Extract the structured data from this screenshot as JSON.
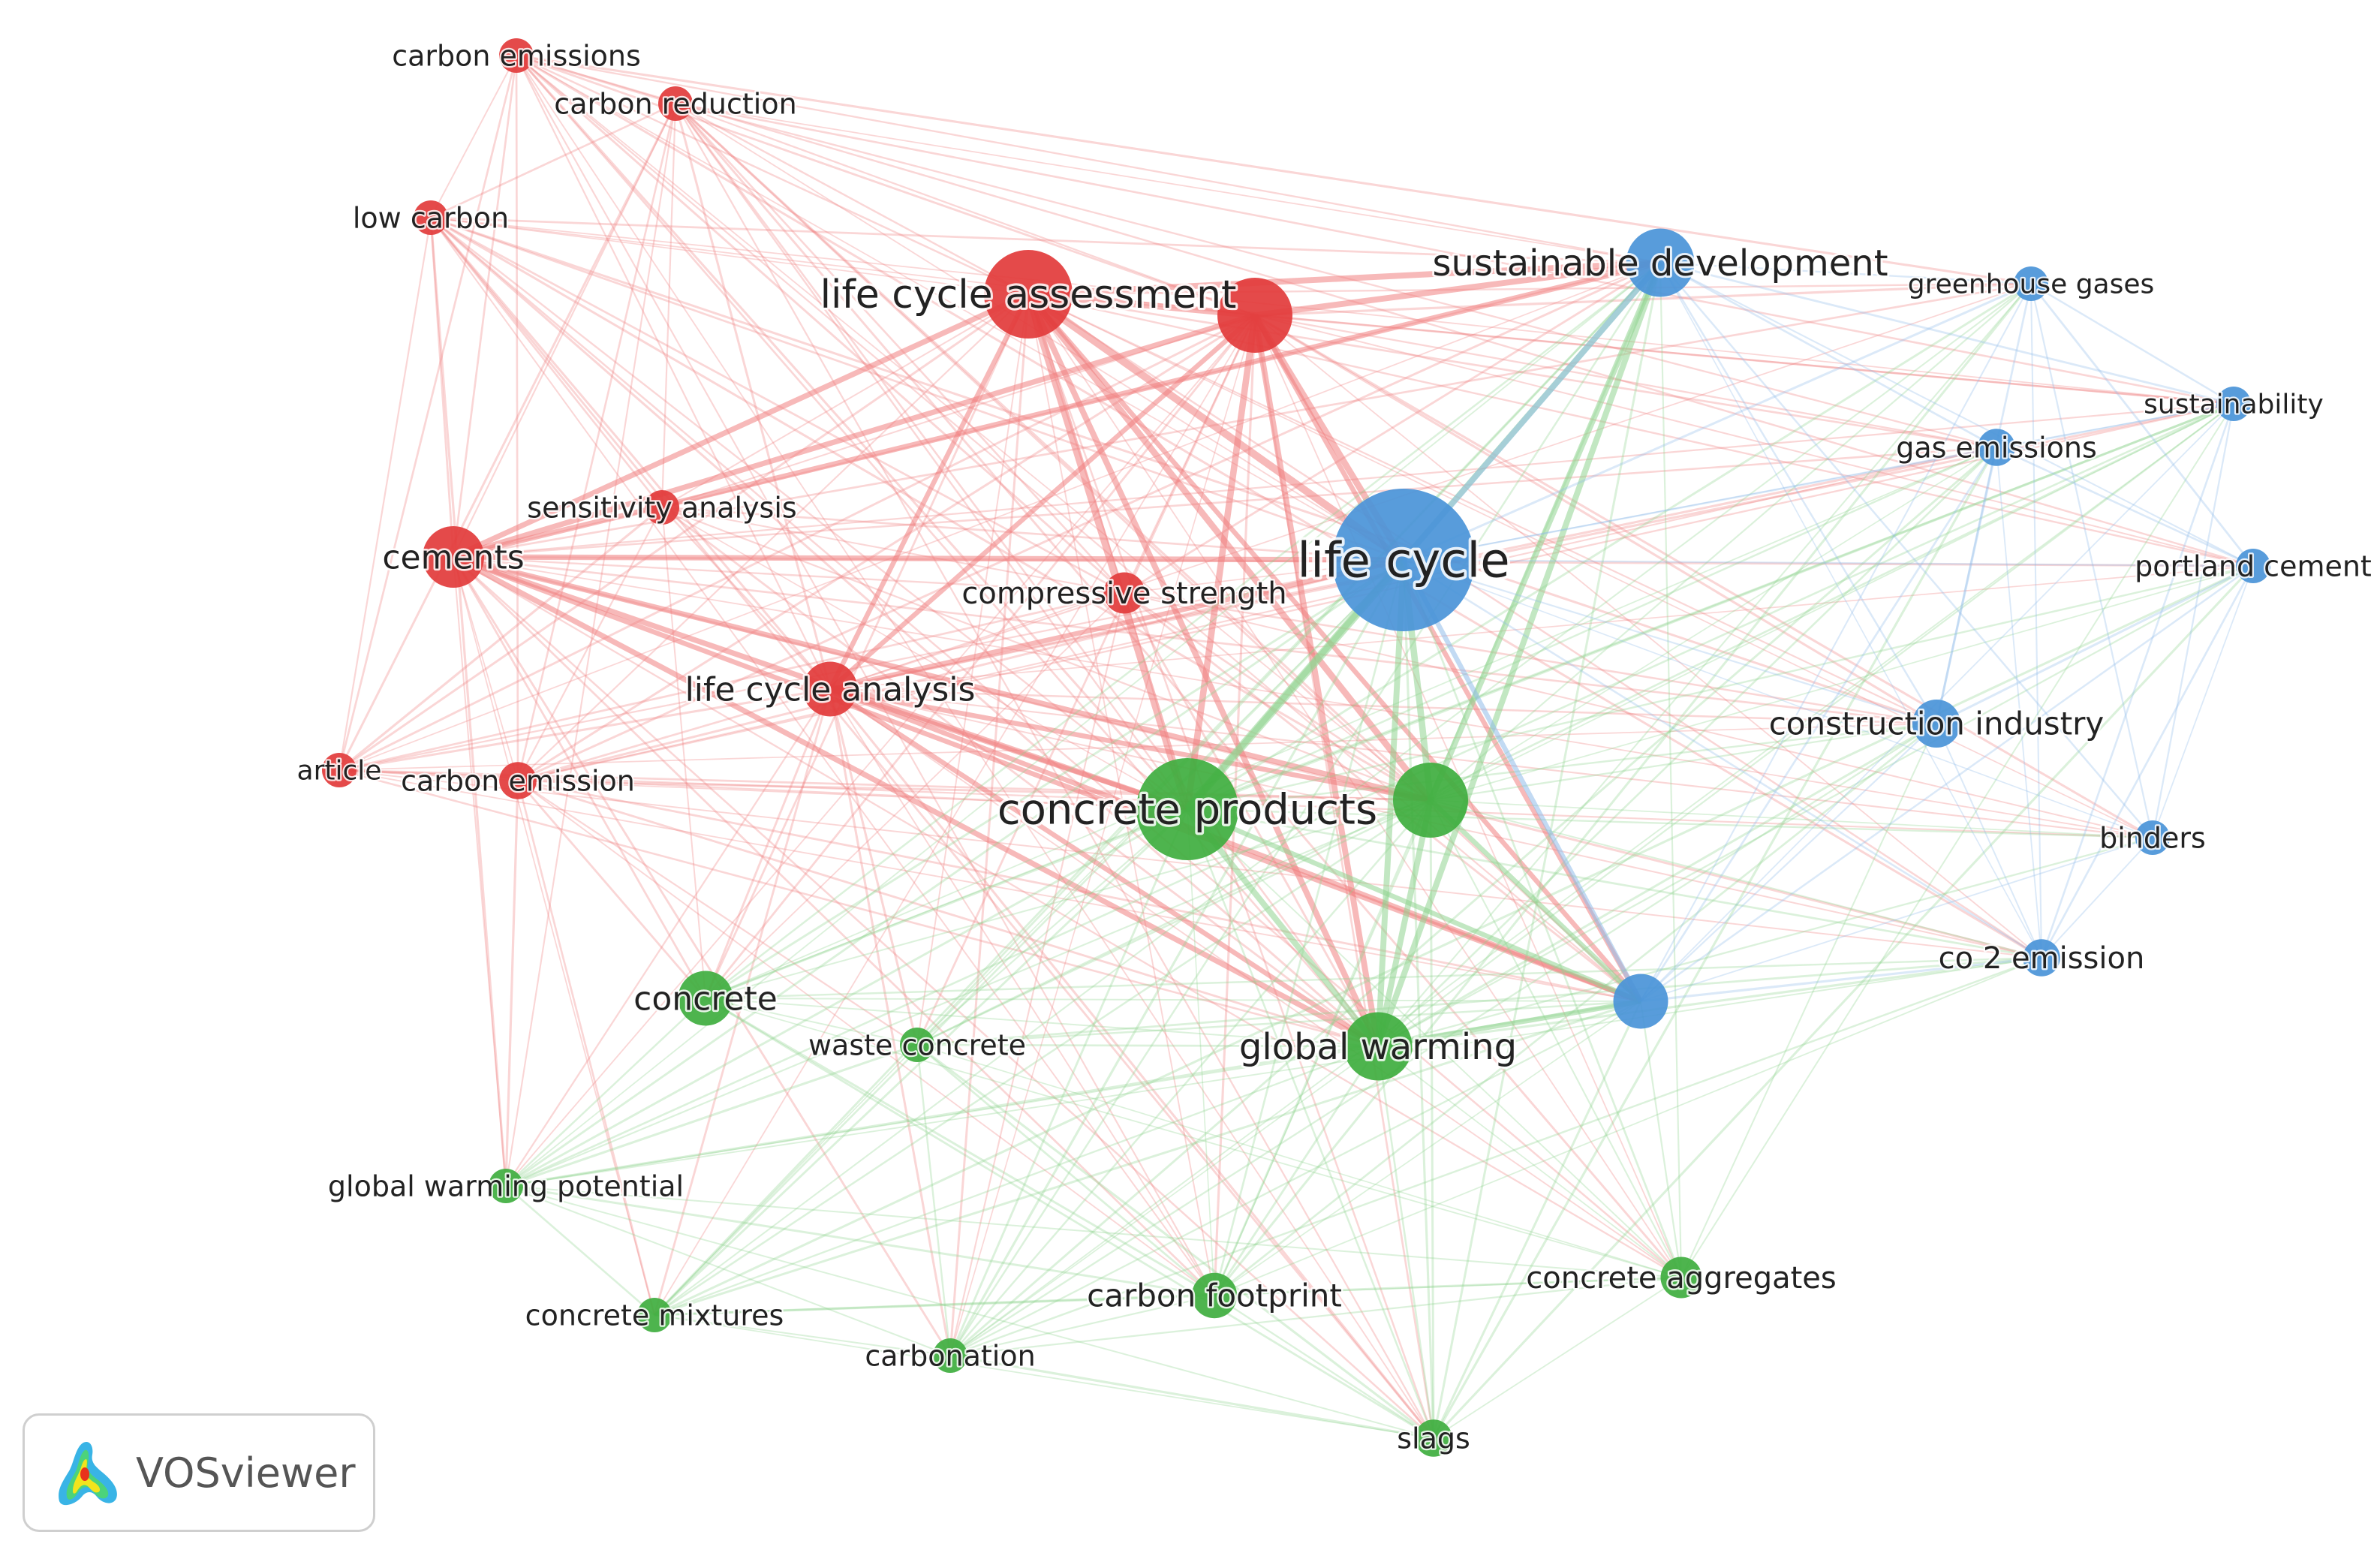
{
  "clusters": {
    "red": {
      "node": "#e23b3b",
      "edge": "#f08080"
    },
    "green": {
      "node": "#3fae3f",
      "edge": "#8fd48f"
    },
    "blue": {
      "node": "#4a94d8",
      "edge": "#8fbcea"
    }
  },
  "nodes": [
    {
      "id": "carbon_emissions",
      "label": "carbon emissions",
      "cluster": "red",
      "weight": 1
    },
    {
      "id": "carbon_reduction",
      "label": "carbon reduction",
      "cluster": "red",
      "weight": 1
    },
    {
      "id": "low_carbon",
      "label": "low carbon",
      "cluster": "red",
      "weight": 1
    },
    {
      "id": "life_cycle_assessment",
      "label": "life cycle assessment",
      "cluster": "red",
      "weight": 5
    },
    {
      "id": "red_unlabeled",
      "label": "",
      "cluster": "red",
      "weight": 4
    },
    {
      "id": "sensitivity_analysis",
      "label": "sensitivity analysis",
      "cluster": "red",
      "weight": 1
    },
    {
      "id": "cements",
      "label": "cements",
      "cluster": "red",
      "weight": 3
    },
    {
      "id": "compressive_strength",
      "label": "compressive strength",
      "cluster": "red",
      "weight": 1.5
    },
    {
      "id": "life_cycle_analysis",
      "label": "life cycle analysis",
      "cluster": "red",
      "weight": 2.5
    },
    {
      "id": "article",
      "label": "article",
      "cluster": "red",
      "weight": 1
    },
    {
      "id": "carbon_emission",
      "label": "carbon emission",
      "cluster": "red",
      "weight": 1.2
    },
    {
      "id": "concrete_products",
      "label": "concrete products",
      "cluster": "green",
      "weight": 6
    },
    {
      "id": "green_unlabeled",
      "label": "",
      "cluster": "green",
      "weight": 4
    },
    {
      "id": "concrete",
      "label": "concrete",
      "cluster": "green",
      "weight": 2.5
    },
    {
      "id": "waste_concrete",
      "label": "waste concrete",
      "cluster": "green",
      "weight": 1
    },
    {
      "id": "global_warming",
      "label": "global warming",
      "cluster": "green",
      "weight": 3.5
    },
    {
      "id": "global_warming_potential",
      "label": "global warming potential",
      "cluster": "green",
      "weight": 1
    },
    {
      "id": "concrete_mixtures",
      "label": "concrete mixtures",
      "cluster": "green",
      "weight": 1
    },
    {
      "id": "carbonation",
      "label": "carbonation",
      "cluster": "green",
      "weight": 1
    },
    {
      "id": "carbon_footprint",
      "label": "carbon footprint",
      "cluster": "green",
      "weight": 1.8
    },
    {
      "id": "concrete_aggregates",
      "label": "concrete aggregates",
      "cluster": "green",
      "weight": 1.5
    },
    {
      "id": "slags",
      "label": "slags",
      "cluster": "green",
      "weight": 1.2
    },
    {
      "id": "sustainable_development",
      "label": "sustainable development",
      "cluster": "blue",
      "weight": 3.5
    },
    {
      "id": "greenhouse_gases",
      "label": "greenhouse gases",
      "cluster": "blue",
      "weight": 1
    },
    {
      "id": "sustainability",
      "label": "sustainability",
      "cluster": "blue",
      "weight": 1
    },
    {
      "id": "gas_emissions",
      "label": "gas emissions",
      "cluster": "blue",
      "weight": 1.2
    },
    {
      "id": "life_cycle",
      "label": "life cycle",
      "cluster": "blue",
      "weight": 9
    },
    {
      "id": "portland_cement",
      "label": "portland cement",
      "cluster": "blue",
      "weight": 1
    },
    {
      "id": "construction_industry",
      "label": "construction industry",
      "cluster": "blue",
      "weight": 2
    },
    {
      "id": "binders",
      "label": "binders",
      "cluster": "blue",
      "weight": 1
    },
    {
      "id": "co2_emission",
      "label": "co 2 emission",
      "cluster": "blue",
      "weight": 1.2
    },
    {
      "id": "blue_unlabeled",
      "label": "",
      "cluster": "blue",
      "weight": 2.5
    }
  ],
  "brand": {
    "name": "VOSviewer",
    "logo_icon": "vosviewer-density-logo-icon"
  }
}
